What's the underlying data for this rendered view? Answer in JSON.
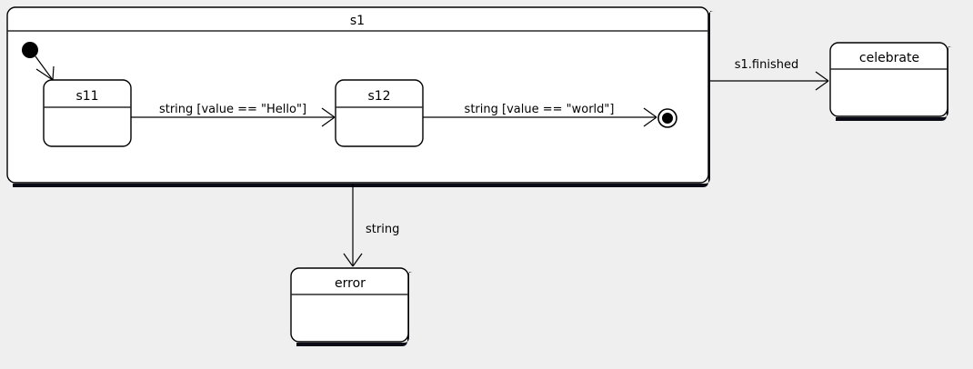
{
  "diagram": {
    "type": "uml-state-diagram",
    "background_color": "#efefef",
    "line_color": "#000000",
    "fill_color": "#ffffff",
    "shadow_color": "#0b0b15",
    "composite_state": {
      "name": "s1",
      "title": "s1"
    },
    "states": [
      {
        "id": "s11",
        "label": "s11"
      },
      {
        "id": "s12",
        "label": "s12"
      },
      {
        "id": "celebrate",
        "label": "celebrate"
      },
      {
        "id": "error",
        "label": "error"
      }
    ],
    "pseudo_states": [
      {
        "id": "initial",
        "kind": "initial-state"
      },
      {
        "id": "final",
        "kind": "final-state"
      }
    ],
    "transitions": [
      {
        "id": "t1",
        "from": "initial",
        "to": "s11",
        "label": ""
      },
      {
        "id": "t2",
        "from": "s11",
        "to": "s12",
        "label": "string [value == \"Hello\"]"
      },
      {
        "id": "t3",
        "from": "s12",
        "to": "final",
        "label": "string [value == \"world\"]"
      },
      {
        "id": "t4",
        "from": "s1",
        "to": "celebrate",
        "label": "s1.finished"
      },
      {
        "id": "t5",
        "from": "s1",
        "to": "error",
        "label": "string"
      }
    ]
  }
}
